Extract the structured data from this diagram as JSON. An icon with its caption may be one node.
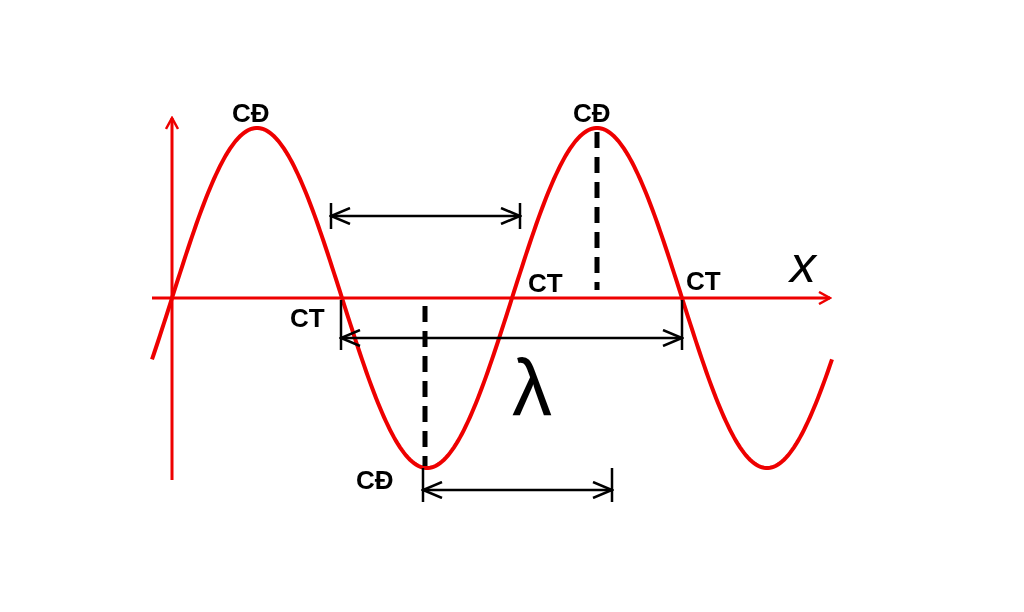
{
  "diagram": {
    "labels": [
      "CĐ",
      "CĐ",
      "x",
      "CT",
      "CT",
      "CT",
      "λ",
      "CĐ"
    ]
  }
}
